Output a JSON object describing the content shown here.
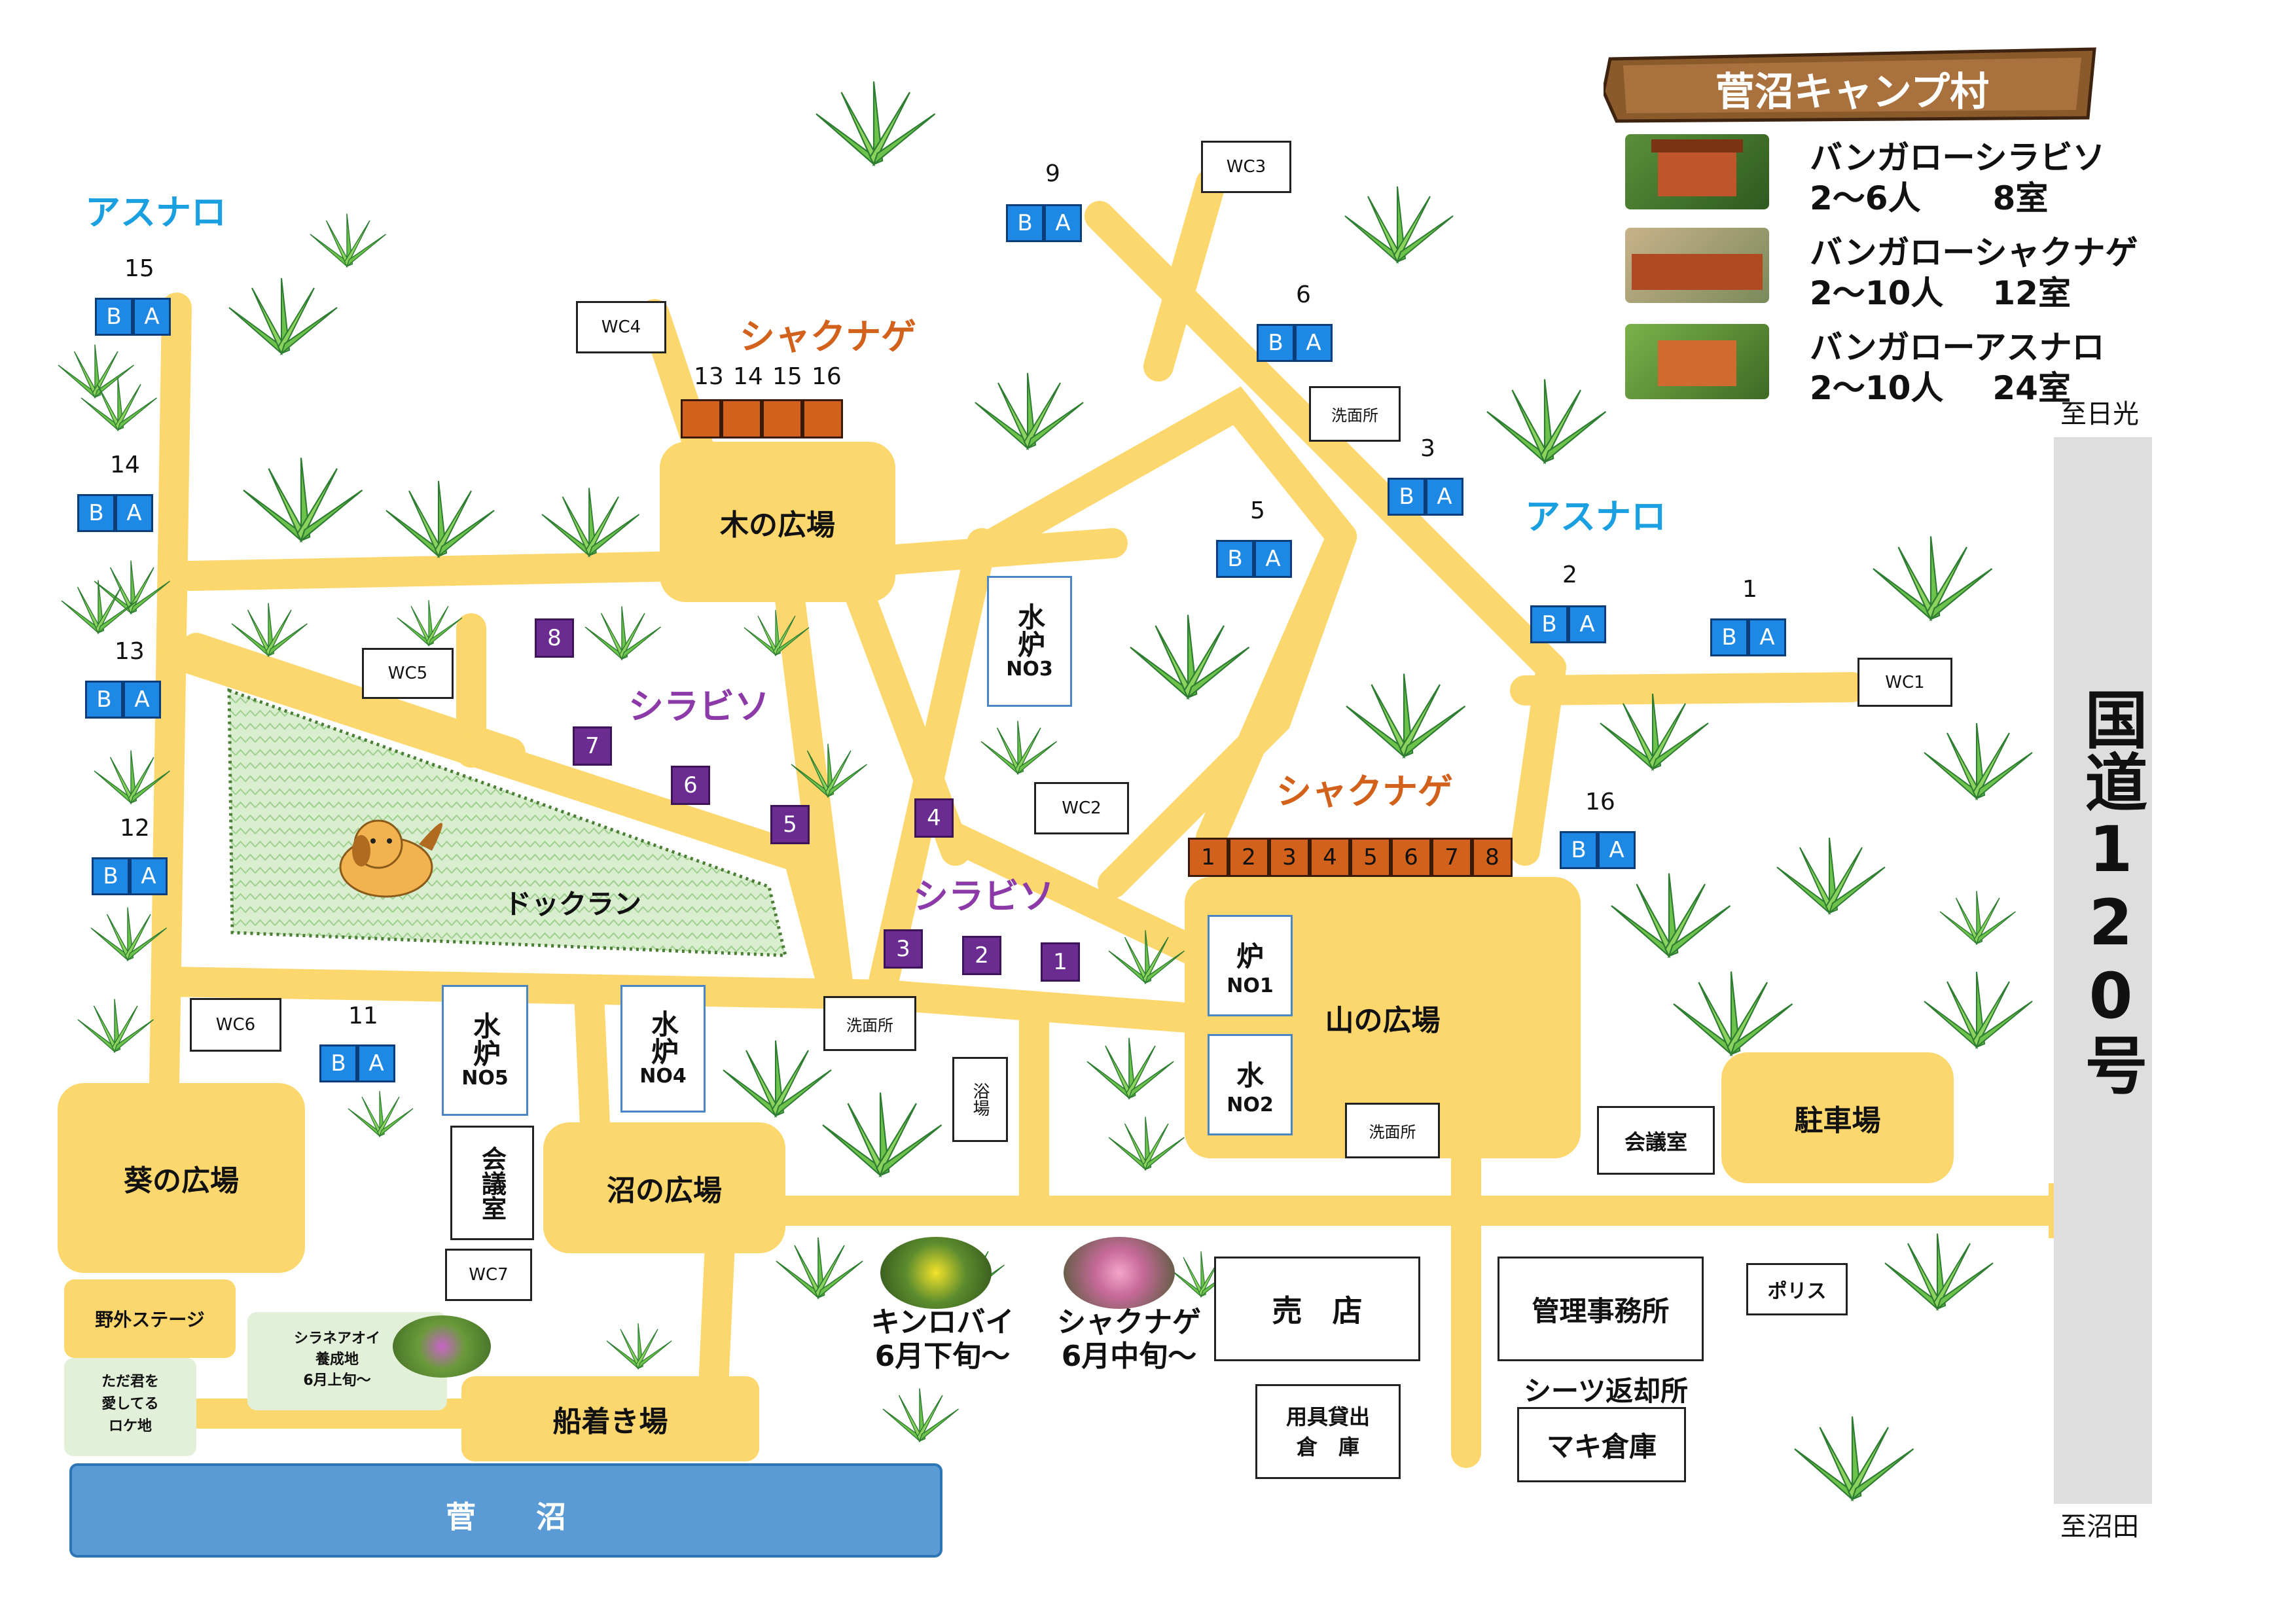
{
  "title": "菅沼キャンプ村",
  "legend": [
    {
      "name": "バンガローシラビソ",
      "capacity": "2～6人",
      "rooms": "8室"
    },
    {
      "name": "バンガローシャクナゲ",
      "capacity": "2～10人",
      "rooms": "12室"
    },
    {
      "name": "バンガローアスナロ",
      "capacity": "2～10人",
      "rooms": "24室"
    }
  ],
  "road": {
    "name": "国道120号",
    "north": "至日光",
    "south": "至沼田"
  },
  "area_labels": {
    "asunaro": "アスナロ",
    "shakunage": "シャクナゲ",
    "shirabiso": "シラビソ"
  },
  "bungalow_doors": {
    "b": "B",
    "a": "A"
  },
  "asunaro_numbers": [
    "15",
    "14",
    "13",
    "12",
    "11",
    "9",
    "6",
    "5",
    "3",
    "2",
    "1",
    "16"
  ],
  "shakunage_top": [
    "13",
    "14",
    "15",
    "16"
  ],
  "shakunage_bottom": [
    "1",
    "2",
    "3",
    "4",
    "5",
    "6",
    "7",
    "8"
  ],
  "shirabiso_numbers": [
    "8",
    "7",
    "6",
    "5",
    "4",
    "3",
    "2",
    "1"
  ],
  "wc": [
    "WC1",
    "WC2",
    "WC3",
    "WC4",
    "WC5",
    "WC6",
    "WC7"
  ],
  "washroom": "洗面所",
  "bath": "浴場",
  "hearths": [
    {
      "top": "水炉",
      "code": "NO3"
    },
    {
      "top": "炉",
      "code": "NO1"
    },
    {
      "top": "水",
      "code": "NO2"
    },
    {
      "top": "水炉",
      "code": "NO5"
    },
    {
      "top": "水炉",
      "code": "NO4"
    }
  ],
  "plazas": {
    "ki": "木の広場",
    "yama": "山の広場",
    "aoi": "葵の広場",
    "numa": "沼の広場",
    "funatsuki": "船着き場",
    "parking": "駐車場"
  },
  "buildings": {
    "kaigishitsu": "会議室",
    "shop": "売　店",
    "office": "管理事務所",
    "rental": "用具貸出",
    "rental2": "倉　庫",
    "sheets": "シーツ返却所",
    "wood": "マキ倉庫",
    "police": "ポリス",
    "stage": "野外ステージ",
    "lake": "菅　　沼"
  },
  "dog_run": "ドックラン",
  "flowers": [
    {
      "name": "キンロバイ",
      "season": "6月下旬～"
    },
    {
      "name": "シャクナゲ",
      "season": "6月中旬～"
    }
  ],
  "shiraneaoi": [
    "シラネアオイ",
    "養成地",
    "6月上旬～"
  ],
  "tadakimi": [
    "ただ君を",
    "愛してる",
    "ロケ地"
  ],
  "colors": {
    "road": "#fcd76d",
    "asunaro": "#1e88e5",
    "shirabiso": "#6a2c91",
    "shakunage": "#d2611b",
    "lake": "#5b9bd5",
    "highway": "#dedede"
  }
}
